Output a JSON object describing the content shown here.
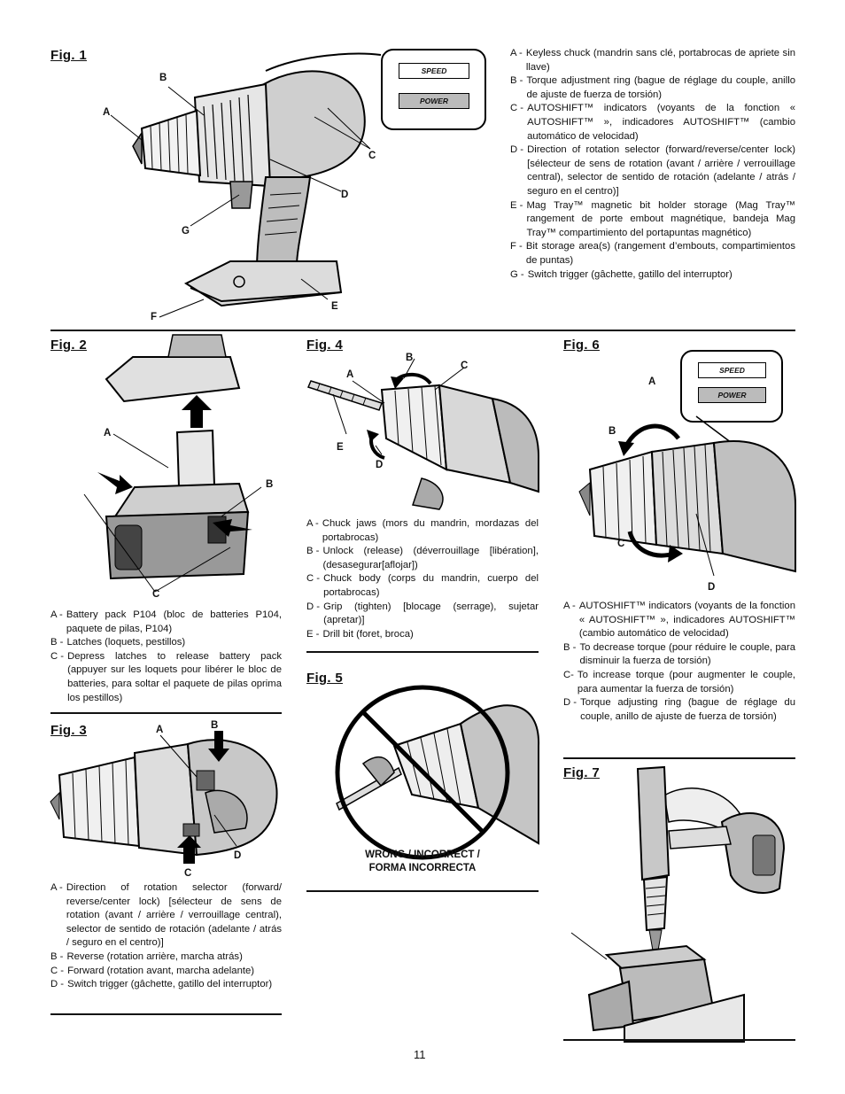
{
  "page_number": "11",
  "fig1": {
    "title": "Fig. 1",
    "labels": {
      "A": "A",
      "B": "B",
      "C": "C",
      "D": "D",
      "E": "E",
      "F": "F",
      "G": "G"
    },
    "indicator": {
      "speed": "SPEED",
      "power": "POWER"
    },
    "legend": [
      {
        "key": "A -",
        "text": "Keyless chuck (mandrin sans clé, portabrocas de apriete sin llave)"
      },
      {
        "key": "B -",
        "text": "Torque adjustment ring (bague de réglage du couple, anillo de ajuste de fuerza de torsión)"
      },
      {
        "key": "C -",
        "text": "AUTOSHIFT™ indicators (voyants de la fonction « AUTOSHIFT™ », indicadores AUTOSHIFT™ (cambio automático de velocidad)"
      },
      {
        "key": "D -",
        "text": "Direction of rotation selector (forward/reverse/center lock) [sélecteur de sens de rotation (avant / arrière / verrouillage central), selector de sentido de rotación (adelante / atrás / seguro en el centro)]"
      },
      {
        "key": "E -",
        "text": "Mag Tray™ magnetic bit holder storage (Mag Tray™ rangement de porte embout magnétique, bandeja Mag Tray™ compartimiento del portapuntas magnético)"
      },
      {
        "key": "F -",
        "text": "Bit storage area(s) (rangement d’embouts, compartimientos de puntas)"
      },
      {
        "key": "G -",
        "text": "Switch trigger (gâchette, gatillo del interruptor)"
      }
    ]
  },
  "fig2": {
    "title": "Fig. 2",
    "labels": {
      "A": "A",
      "B": "B",
      "C": "C"
    },
    "legend": [
      {
        "key": "A -",
        "text": "Battery pack P104 (bloc de batteries P104, paquete de pilas, P104)"
      },
      {
        "key": "B -",
        "text": "Latches (loquets, pestillos)"
      },
      {
        "key": "C -",
        "text": "Depress latches to release battery pack (appuyer sur les loquets pour libérer le bloc de batteries, para soltar el paquete de pilas oprima los pestillos)"
      }
    ]
  },
  "fig3": {
    "title": "Fig. 3",
    "labels": {
      "A": "A",
      "B": "B",
      "C": "C",
      "D": "D"
    },
    "legend": [
      {
        "key": "A -",
        "text": "Direction of rotation selector (forward/ reverse/center lock) [sélecteur de sens de rotation (avant / arrière / verrouillage central), selector de sentido de rotación (adelante / atrás / seguro en el centro)]"
      },
      {
        "key": "B -",
        "text": "Reverse (rotation arrière, marcha atrás)"
      },
      {
        "key": "C -",
        "text": "Forward (rotation avant, marcha  adelante)"
      },
      {
        "key": "D -",
        "text": "Switch trigger (gâchette, gatillo del interruptor)"
      }
    ]
  },
  "fig4": {
    "title": "Fig. 4",
    "labels": {
      "A": "A",
      "B": "B",
      "C": "C",
      "D": "D",
      "E": "E"
    },
    "legend": [
      {
        "key": "A -",
        "text": "Chuck jaws (mors du mandrin, mordazas del portabrocas)"
      },
      {
        "key": "B -",
        "text": "Unlock (release) (déverrouillage [libération], (desasegurar[aflojar])"
      },
      {
        "key": "C -",
        "text": "Chuck body (corps du mandrin, cuerpo del portabrocas)"
      },
      {
        "key": "D -",
        "text": "Grip (tighten) [blocage (serrage), sujetar (apretar)]"
      },
      {
        "key": "E -",
        "text": "Drill bit (foret, broca)"
      }
    ]
  },
  "fig5": {
    "title": "Fig. 5",
    "caption_line1": "WRONG / INCORRECT /",
    "caption_line2": "FORMA INCORRECTA"
  },
  "fig6": {
    "title": "Fig. 6",
    "labels": {
      "A": "A",
      "B": "B",
      "C": "C",
      "D": "D"
    },
    "indicator": {
      "speed": "SPEED",
      "power": "POWER"
    },
    "legend": [
      {
        "key": "A -",
        "text": "AUTOSHIFT™ indicators (voyants de la fonction « AUTOSHIFT™ », indicadores AUTOSHIFT™ (cambio automático de velocidad)"
      },
      {
        "key": "B -",
        "text": "To decrease torque (pour réduire le couple, para disminuir la fuerza de torsión)"
      },
      {
        "key": "C-",
        "text": "To increase torque (pour augmenter  le couple, para aumentar la fuerza de torsión)"
      },
      {
        "key": "D -",
        "text": "Torque adjusting ring (bague de réglage du couple, anillo de ajuste de fuerza de torsión)"
      }
    ]
  },
  "fig7": {
    "title": "Fig. 7"
  }
}
